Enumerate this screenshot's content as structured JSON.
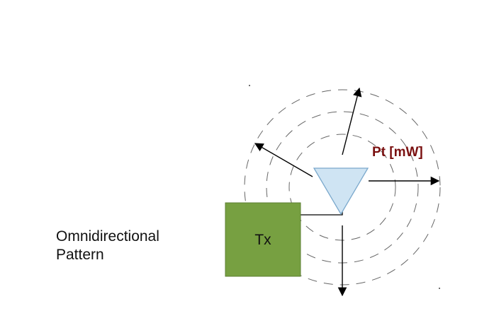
{
  "caption": {
    "line1": "Omnidirectional",
    "line2": "Pattern"
  },
  "transmitter": {
    "label": "Tx"
  },
  "power_label": "Pt [mW]",
  "colors": {
    "tx_fill": "#77a041",
    "tx_stroke": "#5e7f33",
    "antenna_fill": "#cfe4f3",
    "antenna_stroke": "#7aa8cc",
    "power_label": "#7a1010",
    "rings": "#666666",
    "arrows": "#000000"
  },
  "icons": {
    "antenna": "triangle-antenna-icon",
    "arrow": "arrow-head-icon"
  }
}
